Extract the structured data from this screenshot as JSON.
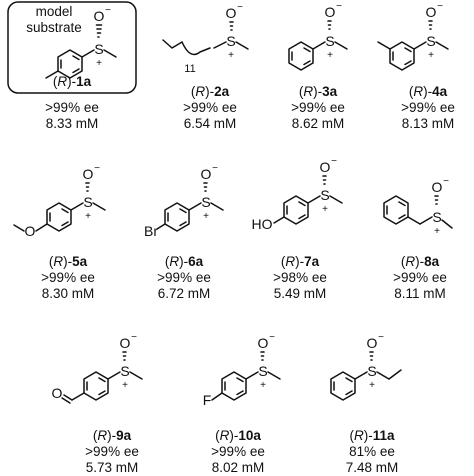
{
  "model_substrate_label": "model\nsubstrate",
  "model_substrate_line1": "model",
  "model_substrate_line2": "substrate",
  "chain_subscript": "11",
  "atoms": {
    "S": "S",
    "O": "O",
    "charge_minus": "−",
    "charge_plus": "+",
    "Br": "Br",
    "HO": "HO",
    "F": "F"
  },
  "compounds": [
    {
      "config": "R",
      "id": "1a",
      "ee": ">99% ee",
      "conc": "8.33 mM"
    },
    {
      "config": "R",
      "id": "2a",
      "ee": ">99% ee",
      "conc": "6.54 mM"
    },
    {
      "config": "R",
      "id": "3a",
      "ee": ">99% ee",
      "conc": "8.62 mM"
    },
    {
      "config": "R",
      "id": "4a",
      "ee": ">99% ee",
      "conc": "8.13 mM"
    },
    {
      "config": "R",
      "id": "5a",
      "ee": ">99% ee",
      "conc": "8.30 mM"
    },
    {
      "config": "R",
      "id": "6a",
      "ee": ">99% ee",
      "conc": "6.72 mM"
    },
    {
      "config": "R",
      "id": "7a",
      "ee": ">98% ee",
      "conc": "5.49 mM"
    },
    {
      "config": "R",
      "id": "8a",
      "ee": ">99% ee",
      "conc": "8.11 mM"
    },
    {
      "config": "R",
      "id": "9a",
      "ee": ">99% ee",
      "conc": "5.73 mM"
    },
    {
      "config": "R",
      "id": "10a",
      "ee": ">99% ee",
      "conc": "8.02 mM"
    },
    {
      "config": "R",
      "id": "11a",
      "ee": "81% ee",
      "conc": "7.48 mM"
    }
  ]
}
